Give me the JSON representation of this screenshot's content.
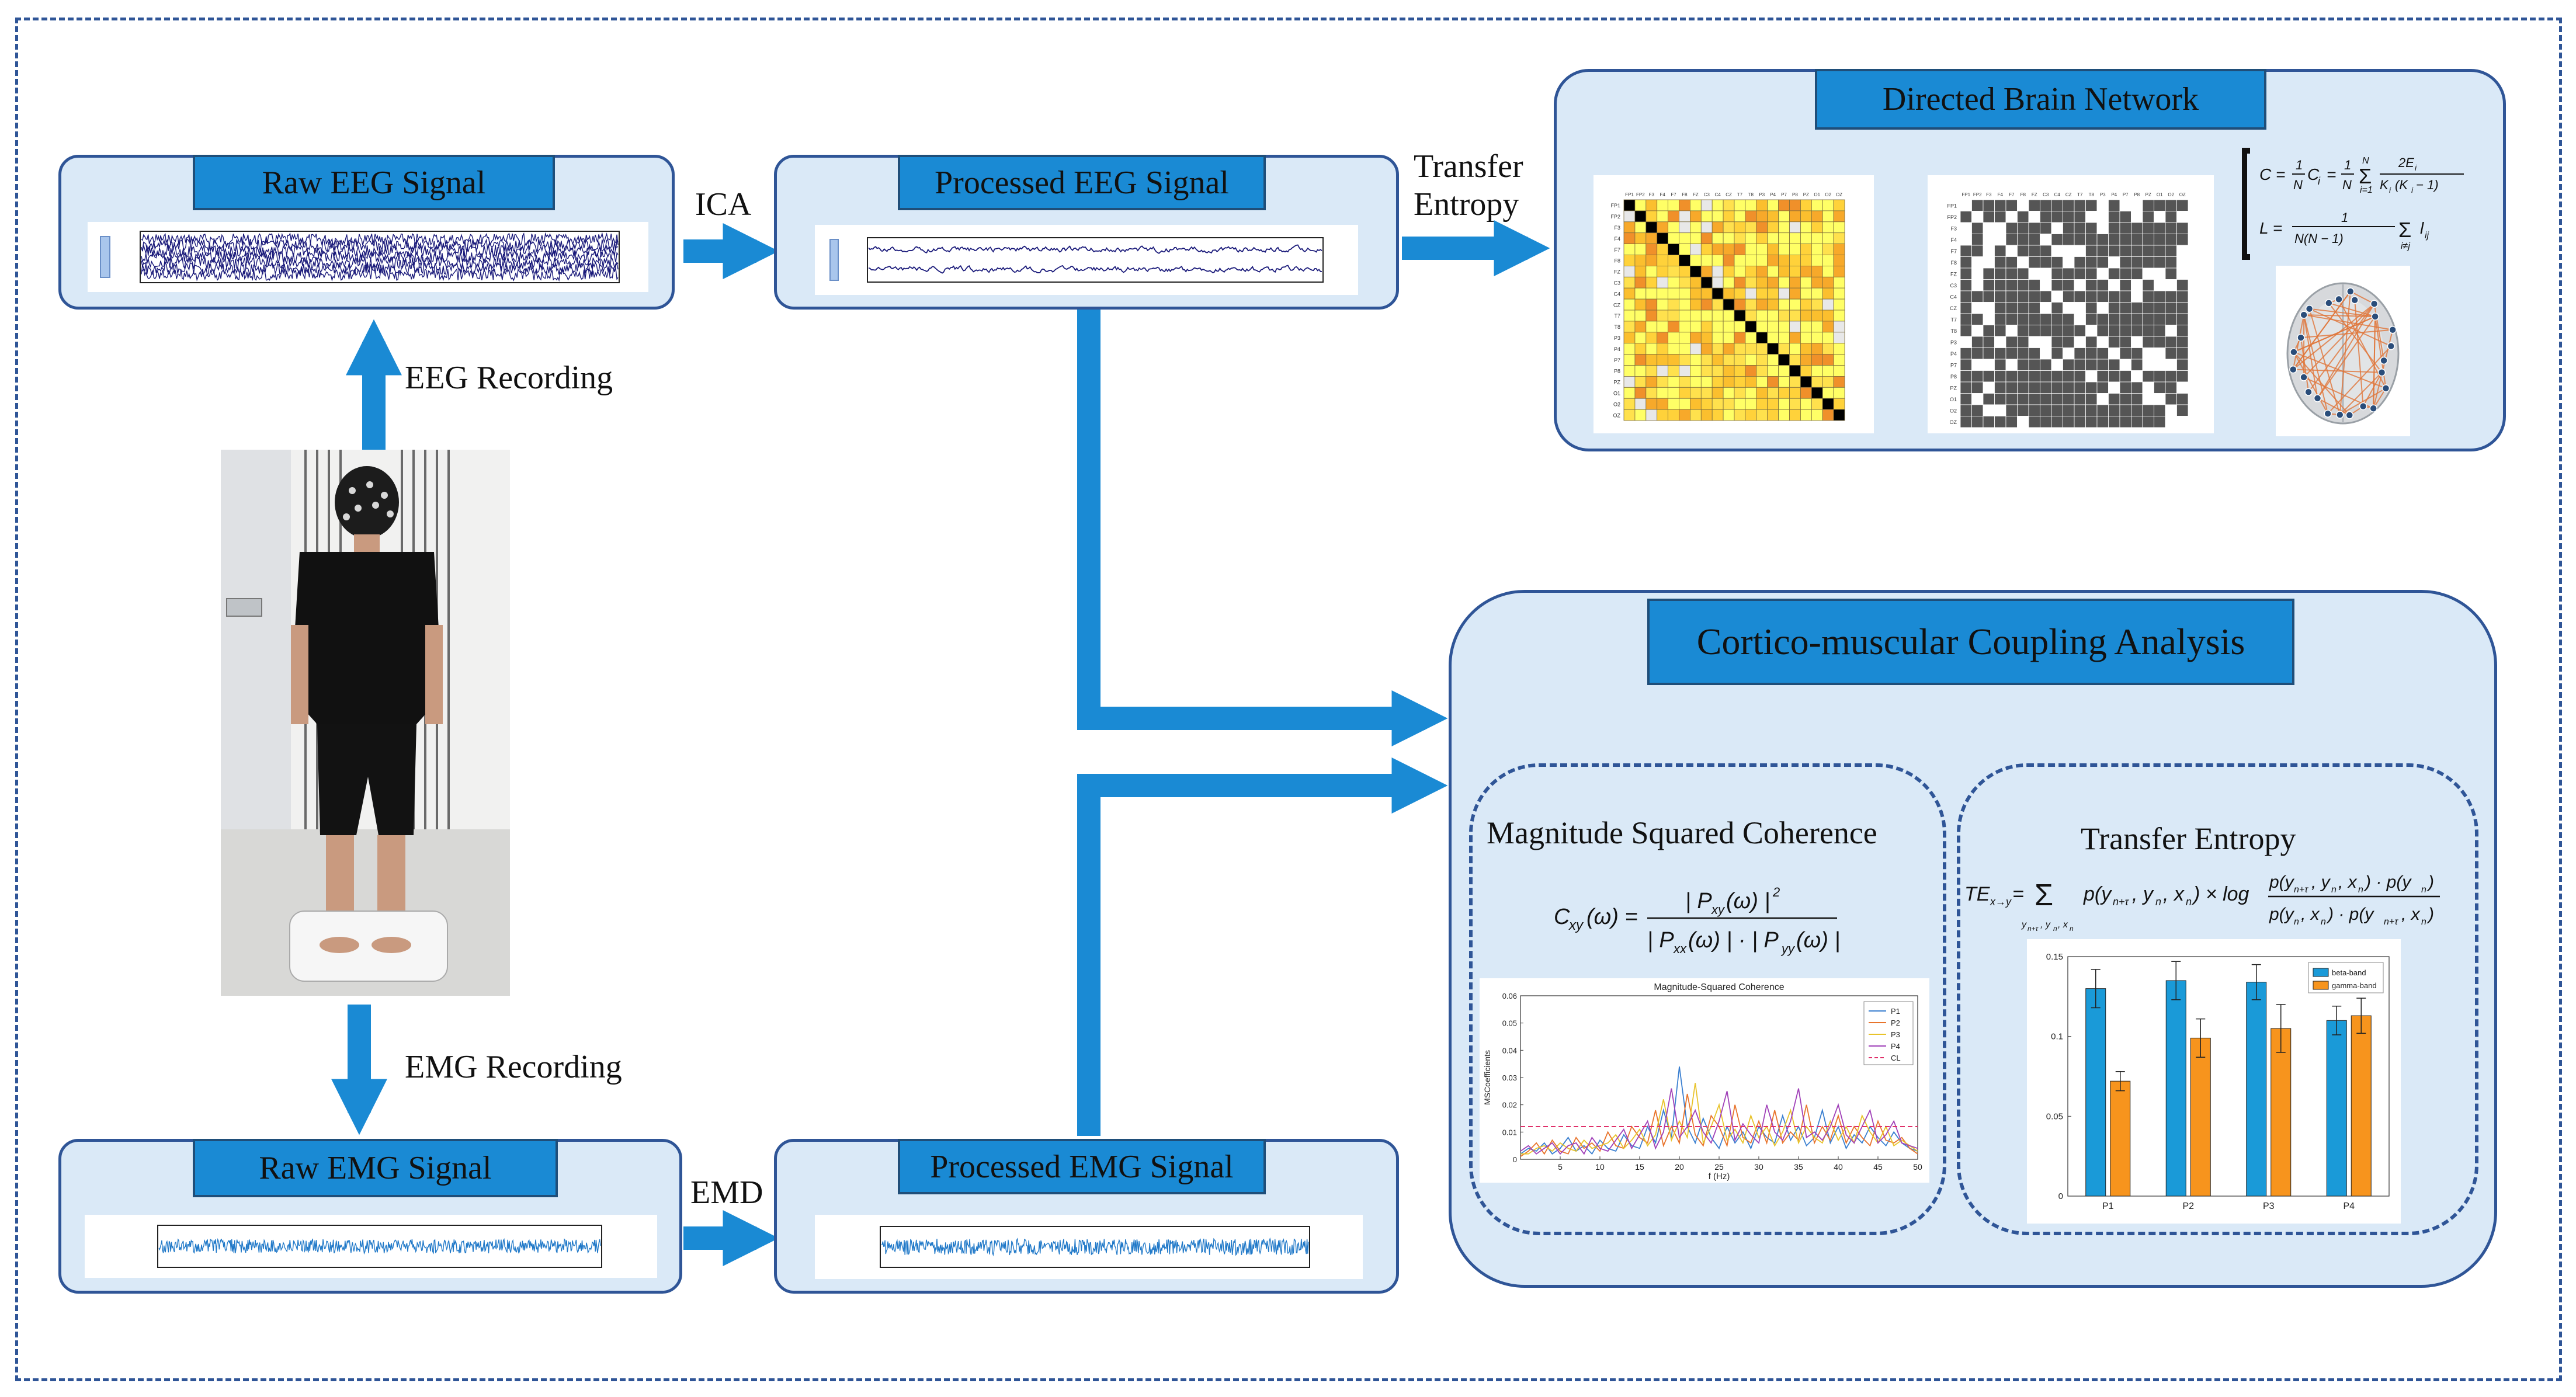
{
  "flow": {
    "raw_eeg": "Raw EEG Signal",
    "processed_eeg": "Processed EEG Signal",
    "raw_emg": "Raw EMG Signal",
    "processed_emg": "Processed EMG Signal",
    "directed_network": "Directed Brain Network",
    "cmc_analysis": "Cortico-muscular Coupling Analysis",
    "msc": "Magnitude Squared Coherence",
    "te": "Transfer Entropy"
  },
  "arrows": {
    "ica": "ICA",
    "emd": "EMD",
    "te_line1": "Transfer",
    "te_line2": "Entropy",
    "eeg_recording": "EEG Recording",
    "emg_recording": "EMG Recording"
  },
  "colors": {
    "panel_fill": "#dae9f7",
    "panel_border": "#2f5597",
    "title_fill": "#1a8ad4",
    "arrow": "#1a8ad4",
    "eeg_trace": "#1a1a7a",
    "emg_trace": "#1f78c8"
  },
  "chart_data": [
    {
      "type": "line",
      "title": "Magnitude-Squared Coherence",
      "xlabel": "f (Hz)",
      "ylabel": "MSCoefficients",
      "xlim": [
        0,
        50
      ],
      "ylim": [
        0,
        0.06
      ],
      "xticks": [
        "5",
        "10",
        "15",
        "20",
        "25",
        "30",
        "35",
        "40",
        "45",
        "50"
      ],
      "yticks": [
        "0",
        "0.01",
        "0.02",
        "0.03",
        "0.04",
        "0.05",
        "0.06"
      ],
      "x": [
        0,
        1,
        2,
        3,
        4,
        5,
        6,
        7,
        8,
        9,
        10,
        11,
        12,
        13,
        14,
        15,
        16,
        17,
        18,
        19,
        20,
        21,
        22,
        23,
        24,
        25,
        26,
        27,
        28,
        29,
        30,
        31,
        32,
        33,
        34,
        35,
        36,
        37,
        38,
        39,
        40,
        41,
        42,
        43,
        44,
        45,
        46,
        47,
        48,
        49,
        50
      ],
      "cl": 0.012,
      "legend_position": "top-right",
      "series": [
        {
          "name": "P1",
          "color": "#3a7fd0",
          "values": [
            0.002,
            0.004,
            0.003,
            0.006,
            0.002,
            0.004,
            0.008,
            0.003,
            0.005,
            0.002,
            0.007,
            0.004,
            0.003,
            0.009,
            0.005,
            0.004,
            0.012,
            0.006,
            0.018,
            0.008,
            0.034,
            0.012,
            0.006,
            0.015,
            0.008,
            0.004,
            0.012,
            0.006,
            0.01,
            0.004,
            0.012,
            0.008,
            0.006,
            0.016,
            0.007,
            0.012,
            0.005,
            0.008,
            0.018,
            0.006,
            0.012,
            0.004,
            0.009,
            0.006,
            0.012,
            0.008,
            0.005,
            0.01,
            0.006,
            0.004,
            0.003
          ]
        },
        {
          "name": "P2",
          "color": "#e8742c",
          "values": [
            0.001,
            0.003,
            0.006,
            0.002,
            0.007,
            0.003,
            0.002,
            0.008,
            0.004,
            0.006,
            0.003,
            0.01,
            0.005,
            0.004,
            0.012,
            0.008,
            0.006,
            0.018,
            0.005,
            0.012,
            0.006,
            0.024,
            0.009,
            0.005,
            0.016,
            0.012,
            0.005,
            0.02,
            0.008,
            0.006,
            0.014,
            0.006,
            0.018,
            0.006,
            0.01,
            0.007,
            0.02,
            0.006,
            0.012,
            0.007,
            0.016,
            0.006,
            0.012,
            0.008,
            0.005,
            0.014,
            0.007,
            0.006,
            0.008,
            0.004,
            0.002
          ]
        },
        {
          "name": "P3",
          "color": "#e8c32a",
          "values": [
            0.002,
            0.002,
            0.004,
            0.005,
            0.003,
            0.006,
            0.004,
            0.003,
            0.007,
            0.004,
            0.005,
            0.006,
            0.009,
            0.004,
            0.007,
            0.011,
            0.005,
            0.009,
            0.022,
            0.007,
            0.014,
            0.008,
            0.028,
            0.006,
            0.012,
            0.02,
            0.007,
            0.011,
            0.006,
            0.016,
            0.008,
            0.012,
            0.005,
            0.01,
            0.018,
            0.006,
            0.012,
            0.008,
            0.006,
            0.014,
            0.007,
            0.012,
            0.006,
            0.016,
            0.01,
            0.006,
            0.012,
            0.005,
            0.007,
            0.005,
            0.003
          ]
        },
        {
          "name": "P4",
          "color": "#a040b8",
          "values": [
            0.003,
            0.005,
            0.002,
            0.004,
            0.006,
            0.002,
            0.005,
            0.006,
            0.002,
            0.008,
            0.004,
            0.003,
            0.007,
            0.011,
            0.004,
            0.009,
            0.014,
            0.004,
            0.01,
            0.026,
            0.008,
            0.012,
            0.018,
            0.01,
            0.006,
            0.014,
            0.025,
            0.007,
            0.013,
            0.009,
            0.006,
            0.02,
            0.01,
            0.007,
            0.014,
            0.026,
            0.008,
            0.01,
            0.007,
            0.012,
            0.02,
            0.009,
            0.006,
            0.012,
            0.018,
            0.006,
            0.009,
            0.014,
            0.006,
            0.005,
            0.004
          ]
        }
      ]
    },
    {
      "type": "bar",
      "categories": [
        "P1",
        "P2",
        "P3",
        "P4"
      ],
      "ylim": [
        0,
        0.15
      ],
      "yticks": [
        "0",
        "0.05",
        "0.1",
        "0.15"
      ],
      "legend_position": "top-right",
      "series": [
        {
          "name": "beta-band",
          "color": "#1a9ad8",
          "values": [
            0.13,
            0.135,
            0.134,
            0.11
          ],
          "errors": [
            0.012,
            0.012,
            0.011,
            0.009
          ]
        },
        {
          "name": "gamma-band",
          "color": "#f7941d",
          "values": [
            0.072,
            0.099,
            0.105,
            0.113
          ],
          "errors": [
            0.006,
            0.012,
            0.015,
            0.011
          ]
        }
      ]
    }
  ],
  "matrix": {
    "labels": [
      "FP1",
      "FP2",
      "F3",
      "F4",
      "F7",
      "F8",
      "FZ",
      "C3",
      "C4",
      "CZ",
      "T7",
      "T8",
      "P3",
      "P4",
      "P7",
      "P8",
      "PZ",
      "O1",
      "O2",
      "OZ"
    ]
  }
}
